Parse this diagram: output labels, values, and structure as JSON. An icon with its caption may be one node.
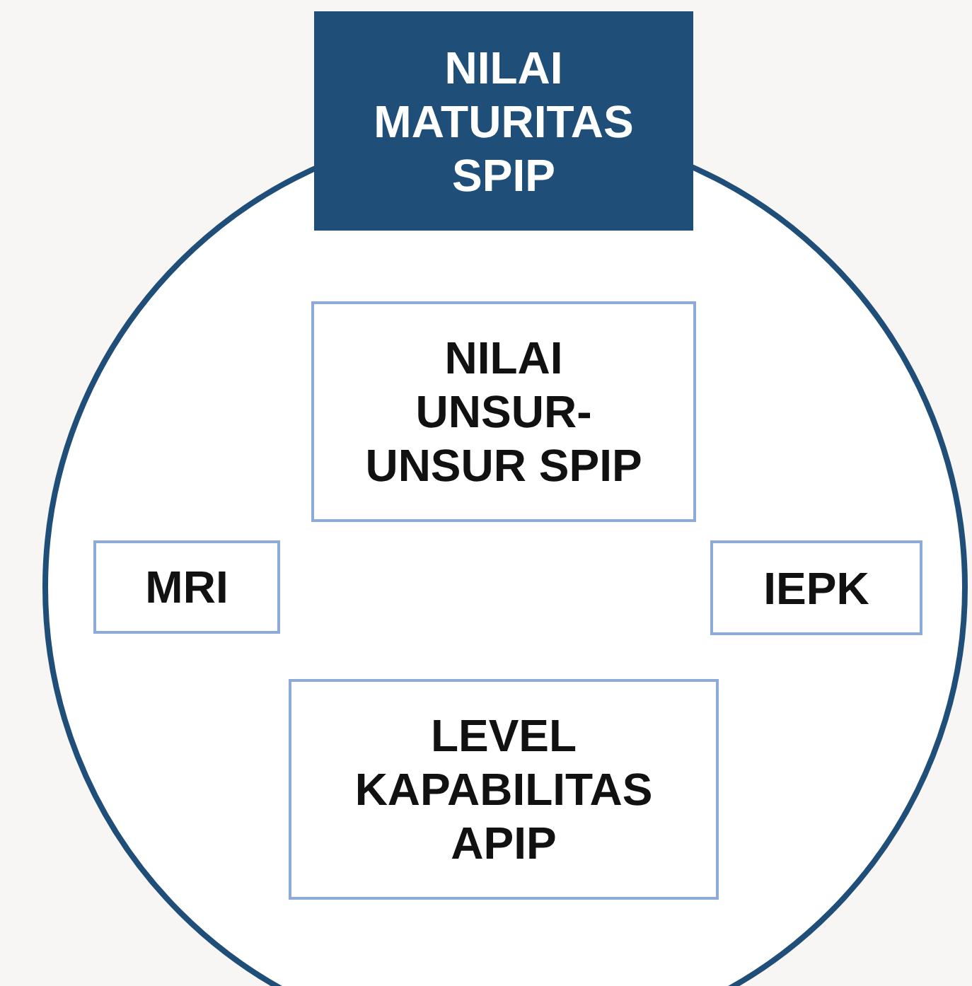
{
  "diagram": {
    "nodes": [
      {
        "text": [
          "NILAI MATURITAS SPIP"
        ]
      },
      {
        "text": [
          "NILAI UNSUR-UNSUR SPIP"
        ],
        "in": 0
      },
      {
        "text": [
          "MRI"
        ],
        "in": 0
      },
      {
        "text": [
          "IEPK"
        ],
        "in": 0
      },
      {
        "text": [
          "LEVEL KAPABILITAS APIP"
        ],
        "in": 0
      }
    ]
  }
}
